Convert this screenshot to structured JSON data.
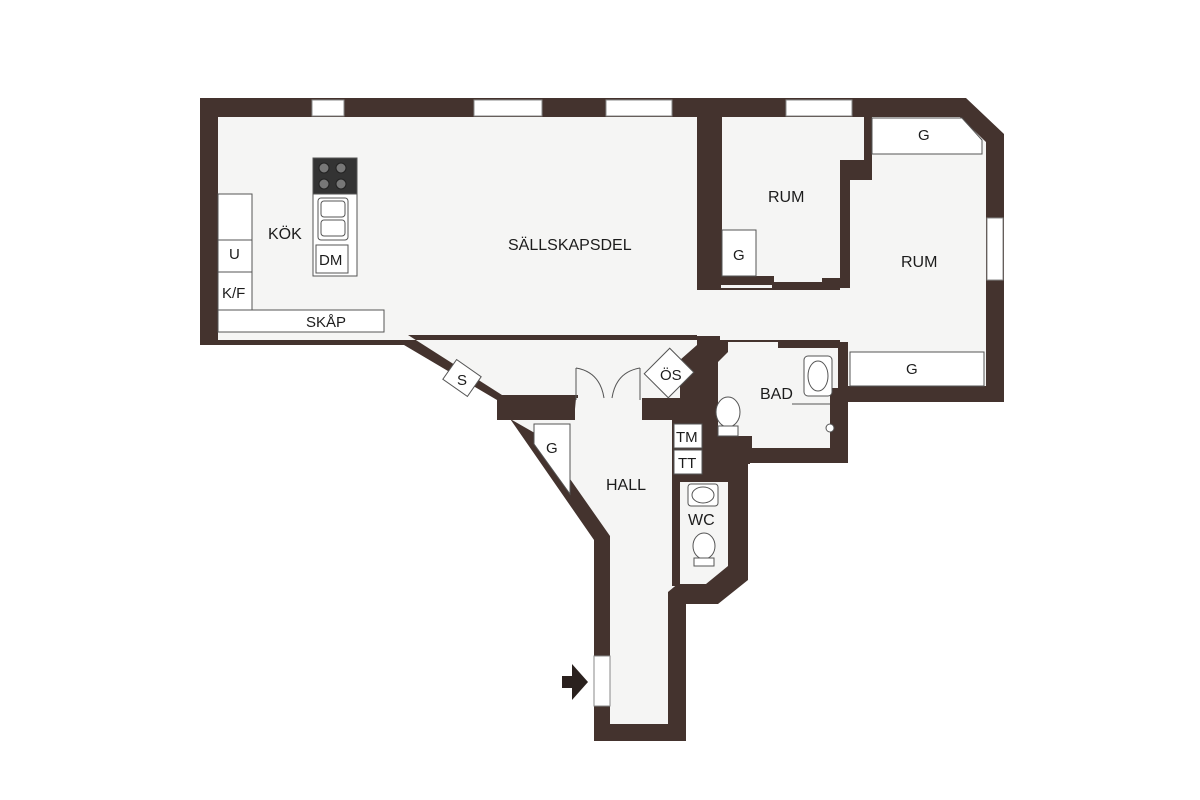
{
  "labels": {
    "kok": "KÖK",
    "sallskapsdel": "SÄLLSKAPSDEL",
    "rum1": "RUM",
    "rum2": "RUM",
    "g_rum1": "G",
    "g_top": "G",
    "g_bottom": "G",
    "g_hall": "G",
    "u": "U",
    "kf": "K/F",
    "dm": "DM",
    "skap": "SKÅP",
    "s": "S",
    "os": "ÖS",
    "bad": "BAD",
    "tm": "TM",
    "tt": "TT",
    "hall": "HALL",
    "wc": "WC"
  },
  "colors": {
    "wall": "#44332e",
    "floor": "#f5f5f4",
    "window": "#ffffff",
    "line": "#555555"
  },
  "icons": [
    "entrance-arrow-icon",
    "stove-icon",
    "sink-icon",
    "washbasin-icon",
    "toilet-icon",
    "door-swing-icon"
  ]
}
